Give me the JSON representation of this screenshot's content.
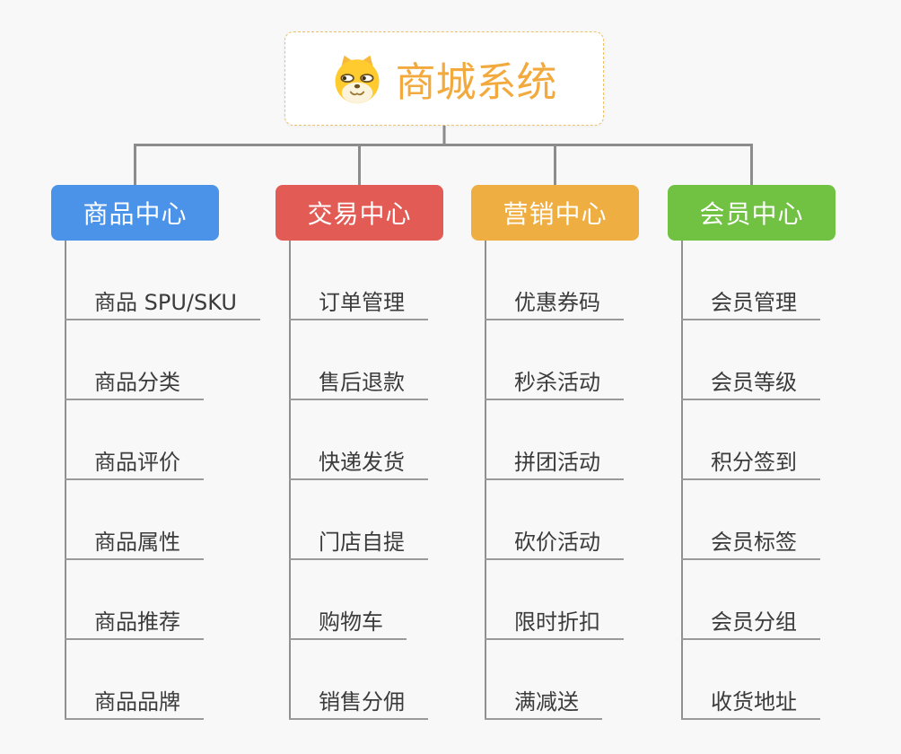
{
  "canvas": {
    "background": "#f8f8f8",
    "connector_color": "#8c8c8c",
    "underline_color": "#9a9a9a",
    "item_text_color": "#3b3b3b"
  },
  "root": {
    "title": "商城系统",
    "title_color": "#F2A93D",
    "border_color": "#EDC06A",
    "icon": "doge-icon"
  },
  "branches": [
    {
      "id": "product-center",
      "label": "商品中心",
      "color": "#4B93E8",
      "items": [
        "商品 SPU/SKU",
        "商品分类",
        "商品评价",
        "商品属性",
        "商品推荐",
        "商品品牌"
      ]
    },
    {
      "id": "trade-center",
      "label": "交易中心",
      "color": "#E25B55",
      "items": [
        "订单管理",
        "售后退款",
        "快递发货",
        "门店自提",
        "购物车",
        "销售分佣"
      ]
    },
    {
      "id": "marketing-center",
      "label": "营销中心",
      "color": "#EFAE42",
      "items": [
        "优惠券码",
        "秒杀活动",
        "拼团活动",
        "砍价活动",
        "限时折扣",
        "满减送"
      ]
    },
    {
      "id": "member-center",
      "label": "会员中心",
      "color": "#71C142",
      "items": [
        "会员管理",
        "会员等级",
        "积分签到",
        "会员标签",
        "会员分组",
        "收货地址"
      ]
    }
  ]
}
